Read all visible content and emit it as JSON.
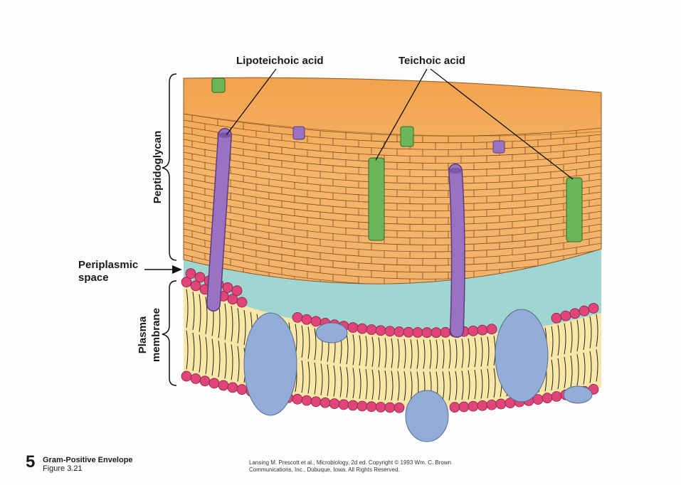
{
  "labels": {
    "lipoteichoic": "Lipoteichoic acid",
    "teichoic": "Teichoic acid",
    "peptidoglycan": "Peptidoglycan",
    "periplasmic_line1": "Periplasmic",
    "periplasmic_line2": "space",
    "plasma_line1": "Plasma",
    "plasma_line2": "membrane"
  },
  "footer": {
    "number": "5",
    "title": "Gram-Positive Envelope",
    "figure": "Figure 3.21",
    "credit_line1": "Lansing M. Prescott et al., Microbiology, 2d ed. Copyright © 1993 Wm. C. Brown",
    "credit_line2": "Communications, Inc., Dubuque, Iowa. All Rights Reserved."
  },
  "colors": {
    "peptidoglycan": "#f4a858",
    "periplasm": "#9fd6d2",
    "lipid_head": "#e0457a",
    "lipid_core": "#f8e7a6",
    "protein": "#93acd8",
    "lipoteichoic": "#9b71c1",
    "teichoic": "#6bb55a"
  }
}
